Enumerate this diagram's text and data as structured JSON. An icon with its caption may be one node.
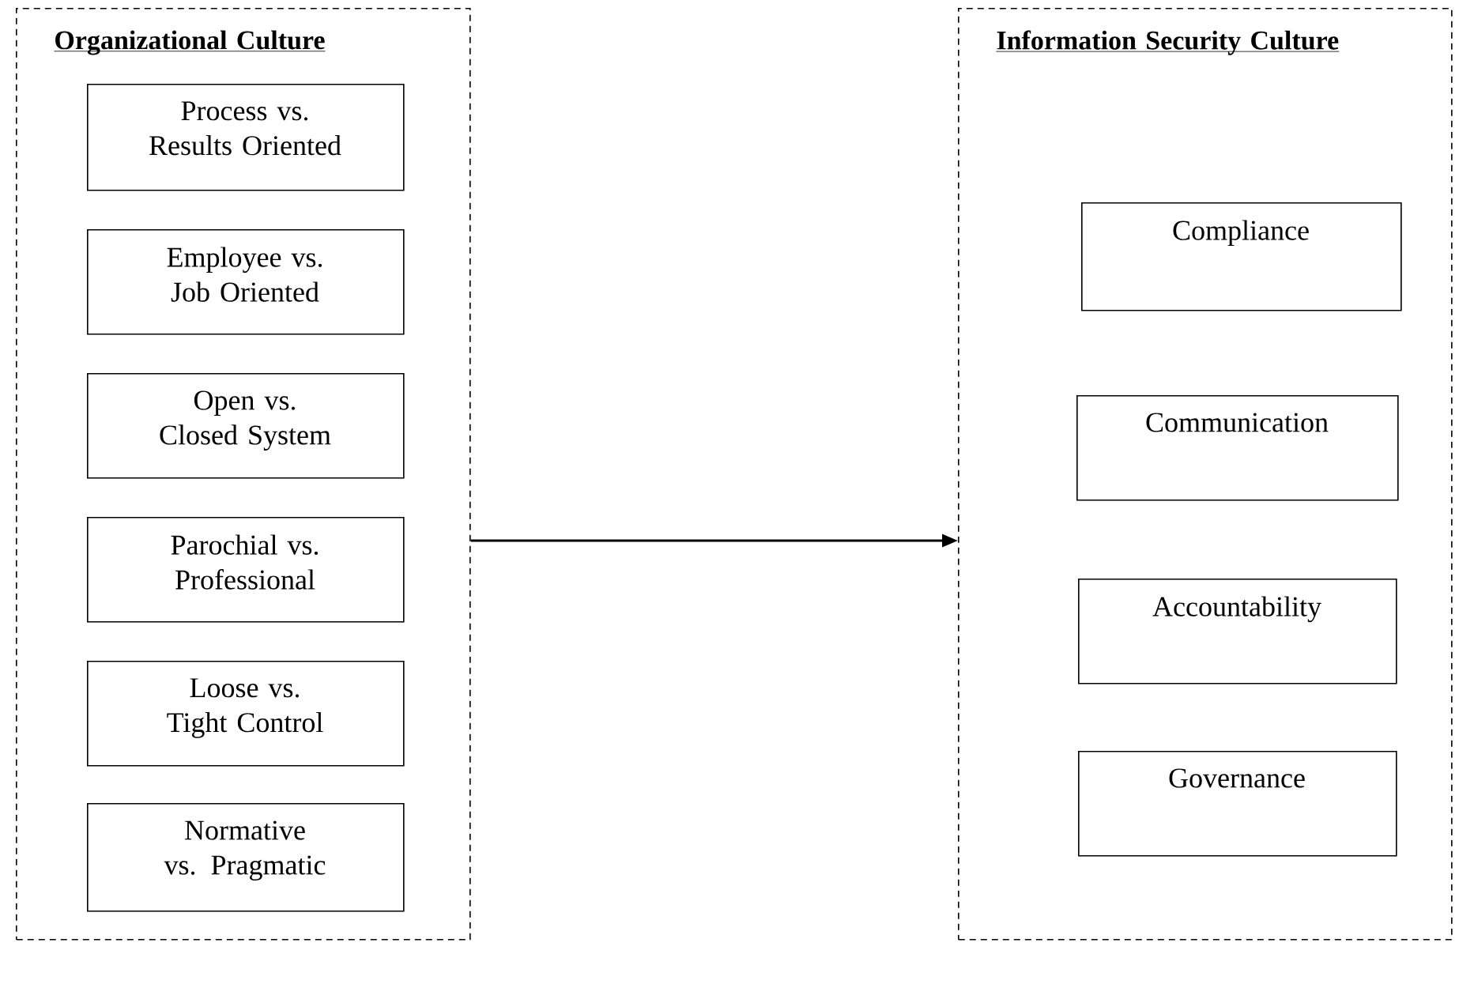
{
  "diagram": {
    "nodes": [
      {
        "text": [
          "Organizational Culture"
        ]
      },
      {
        "text": [
          "Process vs. Results Oriented"
        ],
        "in": 0
      },
      {
        "text": [
          "Employee vs. Job Oriented"
        ],
        "in": 0
      },
      {
        "text": [
          "Open vs. Closed System"
        ],
        "in": 0
      },
      {
        "text": [
          "Parochial vs. Professional"
        ],
        "in": 0
      },
      {
        "text": [
          "Loose vs. Tight Control"
        ],
        "in": 0
      },
      {
        "text": [
          "Normative vs. Pragmatic"
        ],
        "in": 0
      },
      {
        "text": [
          "Information Security Culture"
        ]
      },
      {
        "text": [
          "Compliance"
        ],
        "in": 7
      },
      {
        "text": [
          "Communication"
        ],
        "in": 7
      },
      {
        "text": [
          "Accountability"
        ],
        "in": 7
      },
      {
        "text": [
          "Governance"
        ],
        "in": 7
      }
    ],
    "edges": [
      {
        "from": 0,
        "to": 7,
        "arrow": "to"
      }
    ]
  }
}
